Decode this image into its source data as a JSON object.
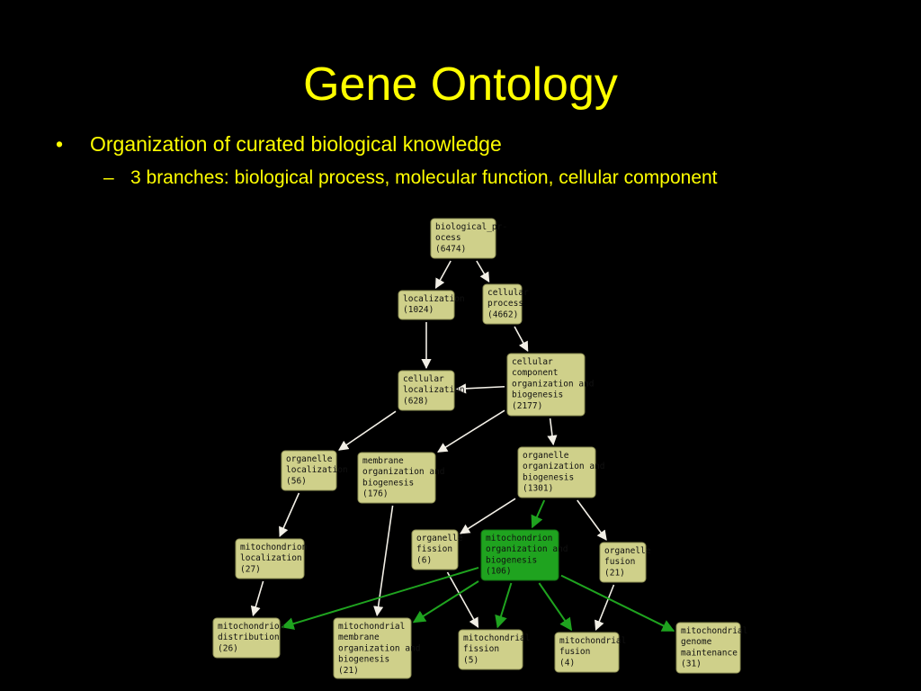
{
  "slide": {
    "title": "Gene Ontology",
    "bullet_level1": "Organization of curated biological knowledge",
    "bullet_level2": "3 branches: biological process, molecular function, cellular component",
    "bullet_mark1": "•",
    "bullet_mark2": "–"
  },
  "colors": {
    "title": "#ffff00",
    "node_fill": "#cfd08a",
    "node_highlight": "#1fa31f",
    "edge_default": "#f2efe6",
    "edge_highlight": "#1fa31f"
  },
  "nodes": [
    {
      "id": "biological_process",
      "lines": [
        "biological_pr-",
        "ocess",
        "(6474)"
      ]
    },
    {
      "id": "localization",
      "lines": [
        "localization",
        "(1024)"
      ]
    },
    {
      "id": "cellular_process",
      "lines": [
        "cellular",
        "process",
        "(4662)"
      ]
    },
    {
      "id": "cellular_component_org",
      "lines": [
        "cellular",
        "component",
        "organization and",
        "biogenesis",
        "(2177)"
      ]
    },
    {
      "id": "cellular_localization",
      "lines": [
        "cellular",
        "localization",
        "(628)"
      ]
    },
    {
      "id": "organelle_localization",
      "lines": [
        "organelle",
        "localization",
        "(56)"
      ]
    },
    {
      "id": "membrane_org",
      "lines": [
        "membrane",
        "organization and",
        "biogenesis",
        "(176)"
      ]
    },
    {
      "id": "organelle_org",
      "lines": [
        "organelle",
        "organization and",
        "biogenesis",
        "(1301)"
      ]
    },
    {
      "id": "mitochondrion_localization",
      "lines": [
        "mitochondrion",
        "localization",
        "(27)"
      ]
    },
    {
      "id": "organelle_fission",
      "lines": [
        "organelle",
        "fission",
        "(6)"
      ]
    },
    {
      "id": "mitochondrion_org",
      "highlight": true,
      "lines": [
        "mitochondrion",
        "organization and",
        "biogenesis",
        "(106)"
      ]
    },
    {
      "id": "organelle_fusion",
      "lines": [
        "organelle",
        "fusion",
        "(21)"
      ]
    },
    {
      "id": "mitochondrion_distribution",
      "lines": [
        "mitochondrion",
        "distribution",
        "(26)"
      ]
    },
    {
      "id": "mito_membrane_org",
      "lines": [
        "mitochondrial",
        "membrane",
        "organization and",
        "biogenesis",
        "(21)"
      ]
    },
    {
      "id": "mitochondrial_fission",
      "lines": [
        "mitochondrial",
        "fission",
        "(5)"
      ]
    },
    {
      "id": "mitochondrial_fusion",
      "lines": [
        "mitochondrial",
        "fusion",
        "(4)"
      ]
    },
    {
      "id": "mito_genome_maintenance",
      "lines": [
        "mitochondrial",
        "genome",
        "maintenance",
        "(31)"
      ]
    }
  ],
  "edges": [
    {
      "from": "biological_process",
      "to": "localization",
      "type": "default"
    },
    {
      "from": "biological_process",
      "to": "cellular_process",
      "type": "default"
    },
    {
      "from": "localization",
      "to": "cellular_localization",
      "type": "default"
    },
    {
      "from": "cellular_process",
      "to": "cellular_component_org",
      "type": "default"
    },
    {
      "from": "cellular_component_org",
      "to": "cellular_localization",
      "type": "default"
    },
    {
      "from": "cellular_component_org",
      "to": "membrane_org",
      "type": "default"
    },
    {
      "from": "cellular_component_org",
      "to": "organelle_org",
      "type": "default"
    },
    {
      "from": "cellular_localization",
      "to": "organelle_localization",
      "type": "default"
    },
    {
      "from": "organelle_localization",
      "to": "mitochondrion_localization",
      "type": "default"
    },
    {
      "from": "organelle_org",
      "to": "organelle_fission",
      "type": "default"
    },
    {
      "from": "organelle_org",
      "to": "mitochondrion_org",
      "type": "highlight"
    },
    {
      "from": "organelle_org",
      "to": "organelle_fusion",
      "type": "default"
    },
    {
      "from": "membrane_org",
      "to": "mito_membrane_org",
      "type": "default"
    },
    {
      "from": "mitochondrion_localization",
      "to": "mitochondrion_distribution",
      "type": "default"
    },
    {
      "from": "organelle_fission",
      "to": "mitochondrial_fission",
      "type": "default"
    },
    {
      "from": "organelle_fusion",
      "to": "mitochondrial_fusion",
      "type": "default"
    },
    {
      "from": "mitochondrion_org",
      "to": "mitochondrion_distribution",
      "type": "highlight"
    },
    {
      "from": "mitochondrion_org",
      "to": "mito_membrane_org",
      "type": "highlight"
    },
    {
      "from": "mitochondrion_org",
      "to": "mitochondrial_fission",
      "type": "highlight"
    },
    {
      "from": "mitochondrion_org",
      "to": "mitochondrial_fusion",
      "type": "highlight"
    },
    {
      "from": "mitochondrion_org",
      "to": "mito_genome_maintenance",
      "type": "highlight"
    }
  ]
}
